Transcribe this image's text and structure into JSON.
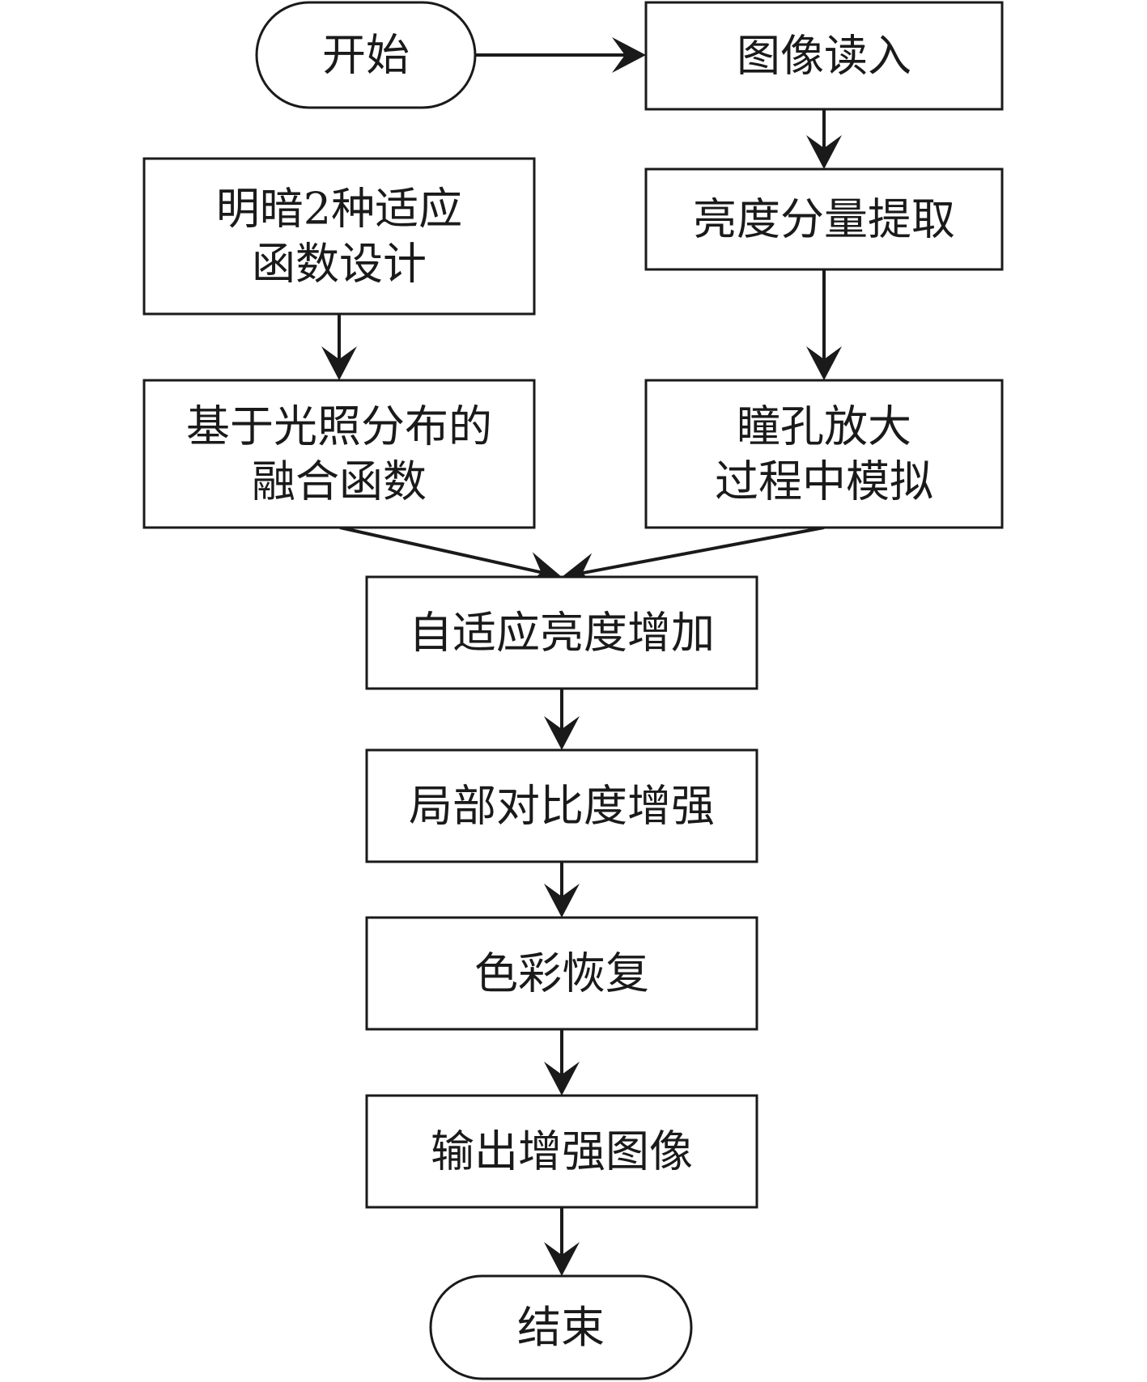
{
  "nodes": [
    {
      "id": "start",
      "shape": "terminal",
      "lines": [
        "开始"
      ]
    },
    {
      "id": "read",
      "shape": "process",
      "lines": [
        "图像读入"
      ]
    },
    {
      "id": "design",
      "shape": "process",
      "lines": [
        "明暗2种适应",
        "函数设计"
      ]
    },
    {
      "id": "extract",
      "shape": "process",
      "lines": [
        "亮度分量提取"
      ]
    },
    {
      "id": "fusion",
      "shape": "process",
      "lines": [
        "基于光照分布的",
        "融合函数"
      ]
    },
    {
      "id": "pupil",
      "shape": "process",
      "lines": [
        "瞳孔放大",
        "过程中模拟"
      ]
    },
    {
      "id": "adaptive",
      "shape": "process",
      "lines": [
        "自适应亮度增加"
      ]
    },
    {
      "id": "contrast",
      "shape": "process",
      "lines": [
        "局部对比度增强"
      ]
    },
    {
      "id": "color",
      "shape": "process",
      "lines": [
        "色彩恢复"
      ]
    },
    {
      "id": "output",
      "shape": "process",
      "lines": [
        "输出增强图像"
      ]
    },
    {
      "id": "end",
      "shape": "terminal",
      "lines": [
        "结束"
      ]
    }
  ],
  "edges": [
    {
      "from": "start",
      "to": "read"
    },
    {
      "from": "read",
      "to": "extract"
    },
    {
      "from": "extract",
      "to": "pupil"
    },
    {
      "from": "design",
      "to": "fusion"
    },
    {
      "from": "fusion",
      "to": "adaptive"
    },
    {
      "from": "pupil",
      "to": "adaptive"
    },
    {
      "from": "adaptive",
      "to": "contrast"
    },
    {
      "from": "contrast",
      "to": "color"
    },
    {
      "from": "color",
      "to": "output"
    },
    {
      "from": "output",
      "to": "end"
    }
  ]
}
